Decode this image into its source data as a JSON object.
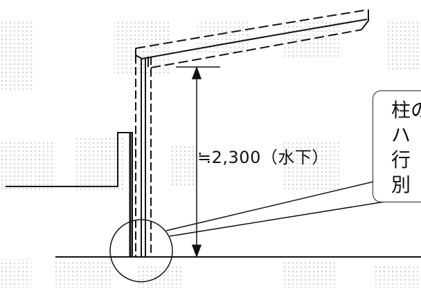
{
  "drawing": {
    "dimension_label": "≒2,300（水下）",
    "callout_lines": [
      "柱の",
      "ハ",
      "行",
      "別"
    ],
    "line_color": "#111111",
    "watermark_color": "#cfcfcf"
  }
}
